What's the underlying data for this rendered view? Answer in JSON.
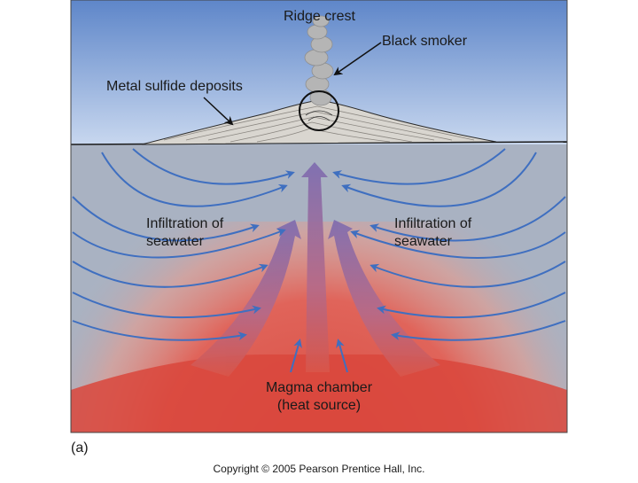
{
  "labels": {
    "ridge_crest": "Ridge crest",
    "black_smoker": "Black smoker",
    "metal_sulfide": "Metal sulfide deposits",
    "infiltration_left": [
      "Infiltration of",
      "seawater"
    ],
    "infiltration_right": [
      "Infiltration of",
      "seawater"
    ],
    "magma_chamber": [
      "Magma chamber",
      "(heat source)"
    ]
  },
  "panel_label": "(a)",
  "copyright": "Copyright © 2005 Pearson Prentice Hall, Inc.",
  "colors": {
    "sky_top": "#5e86c9",
    "sky_bottom": "#c9d8ef",
    "crust": "#a9b2c2",
    "magma": "#d9534a",
    "flow_arrow": "#3f6fc0",
    "upflow": "#8a6aa6",
    "deposit": "#d9d6d0",
    "smoke": "#b5b5b5"
  }
}
